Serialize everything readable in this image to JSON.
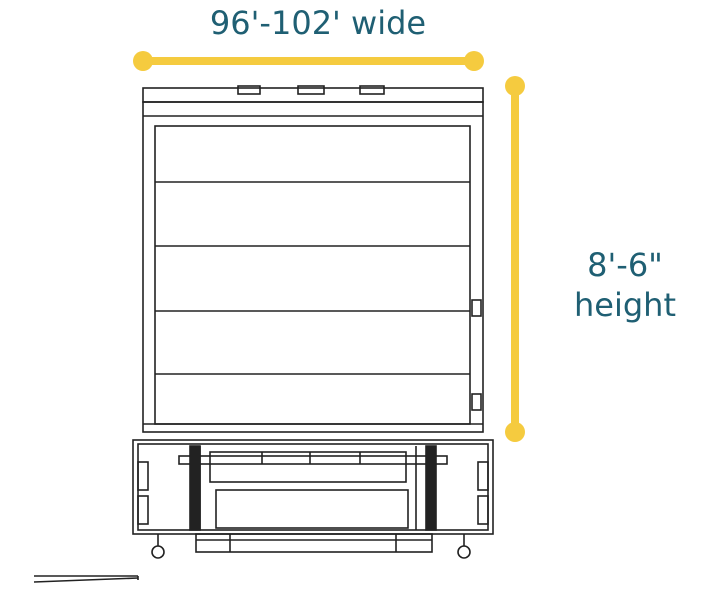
{
  "dimensions": {
    "width_label": "96'-102' wide",
    "height_value": "8'-6\"",
    "height_word": "height"
  },
  "colors": {
    "dimension_bar": "#f5cb3f",
    "label_text": "#1f5f73",
    "line_art": "#222222"
  },
  "shelf_count": 5
}
